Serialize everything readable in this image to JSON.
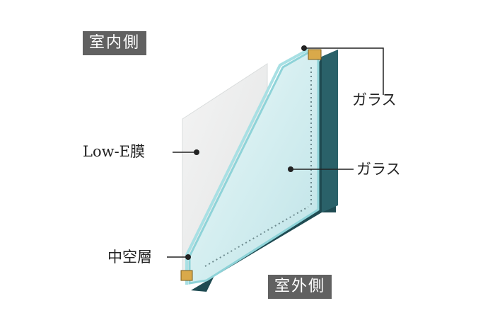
{
  "labels": {
    "indoor": "室内側",
    "outdoor": "室外側",
    "glass_top": "ガラス",
    "glass_mid": "ガラス",
    "lowe": "Low-E膜",
    "air": "中空層"
  },
  "colors": {
    "tag_bg": "#616161",
    "frame_dark": "#1f4b52",
    "glass_edge": "#8ed3d8",
    "spacer": "#d9a94a"
  }
}
